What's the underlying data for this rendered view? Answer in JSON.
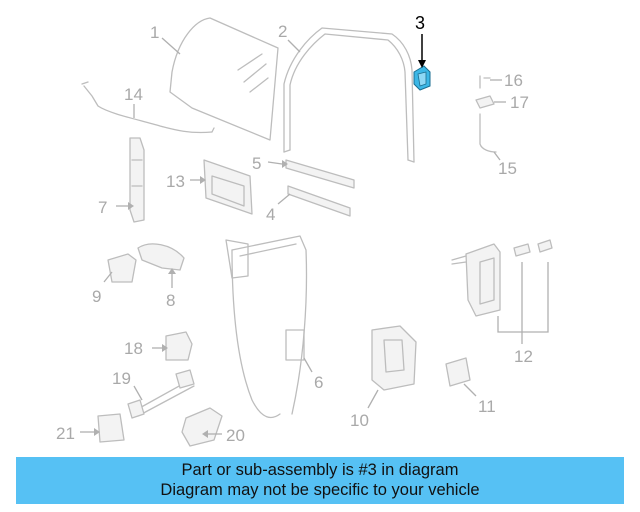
{
  "diagram": {
    "highlight": {
      "number": "3",
      "color": "#3bb7e6"
    },
    "parts": [
      {
        "id": "p1",
        "label": "1"
      },
      {
        "id": "p2",
        "label": "2"
      },
      {
        "id": "p4",
        "label": "4"
      },
      {
        "id": "p5",
        "label": "5"
      },
      {
        "id": "p6",
        "label": "6"
      },
      {
        "id": "p7",
        "label": "7"
      },
      {
        "id": "p8",
        "label": "8"
      },
      {
        "id": "p9",
        "label": "9"
      },
      {
        "id": "p10",
        "label": "10"
      },
      {
        "id": "p11",
        "label": "11"
      },
      {
        "id": "p12",
        "label": "12"
      },
      {
        "id": "p13",
        "label": "13"
      },
      {
        "id": "p14",
        "label": "14"
      },
      {
        "id": "p15",
        "label": "15"
      },
      {
        "id": "p16",
        "label": "16"
      },
      {
        "id": "p17",
        "label": "17"
      },
      {
        "id": "p18",
        "label": "18"
      },
      {
        "id": "p19",
        "label": "19"
      },
      {
        "id": "p20",
        "label": "20"
      },
      {
        "id": "p21",
        "label": "21"
      }
    ]
  },
  "banner": {
    "line1": "Part or sub-assembly is #3 in diagram",
    "line2": "Diagram may not be specific to your vehicle",
    "background": "#56c1f4"
  }
}
